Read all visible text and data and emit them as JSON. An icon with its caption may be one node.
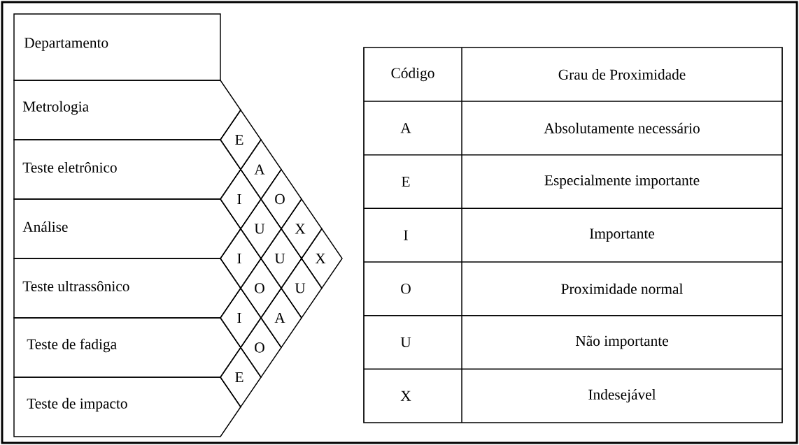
{
  "diagram": {
    "nodes": [
      {
        "text": [
          "Departamento"
        ]
      },
      {
        "text": [
          "Metrologia"
        ]
      },
      {
        "text": [
          "Teste eletrônico"
        ]
      },
      {
        "text": [
          "Análise"
        ]
      },
      {
        "text": [
          "Teste ultrassônico"
        ]
      },
      {
        "text": [
          "Teste de fadiga"
        ]
      },
      {
        "text": [
          "Teste de impacto"
        ]
      },
      {
        "text": [
          "E"
        ]
      },
      {
        "text": [
          "A"
        ]
      },
      {
        "text": [
          "I"
        ]
      },
      {
        "text": [
          "O"
        ]
      },
      {
        "text": [
          "U"
        ]
      },
      {
        "text": [
          "X"
        ]
      },
      {
        "text": [
          "I"
        ]
      },
      {
        "text": [
          "U"
        ]
      },
      {
        "text": [
          "X"
        ]
      },
      {
        "text": [
          "O"
        ]
      },
      {
        "text": [
          "U"
        ]
      },
      {
        "text": [
          "I"
        ]
      },
      {
        "text": [
          "A"
        ]
      },
      {
        "text": [
          "O"
        ]
      },
      {
        "text": [
          "E"
        ]
      }
    ],
    "labels": [
      "Código",
      "Grau de Proximidade",
      "A",
      "Absolutamente necessário",
      "E",
      "Especialmente importante",
      "I",
      "Importante",
      "O",
      "Proximidade normal",
      "U",
      "Não importante",
      "X",
      "Indesejável"
    ]
  }
}
